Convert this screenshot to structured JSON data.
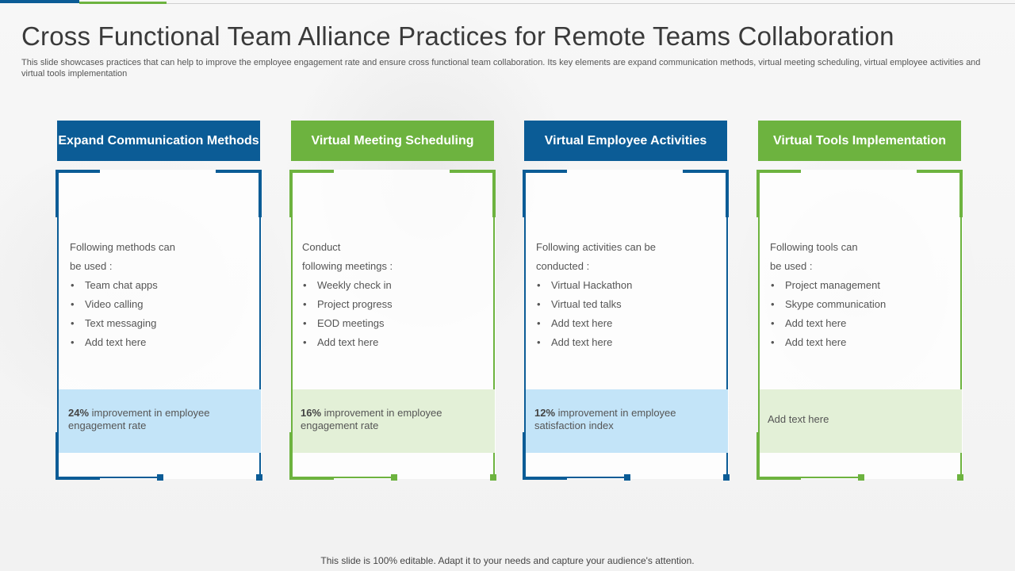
{
  "title": "Cross Functional Team Alliance Practices for Remote Teams Collaboration",
  "subtitle": "This slide showcases practices that can help to improve the employee engagement rate and ensure cross functional team collaboration. Its key elements are expand communication methods, virtual meeting scheduling, virtual employee activities and virtual tools implementation",
  "footer": "This slide is 100% editable. Adapt it to your needs and capture your audience's attention.",
  "colors": {
    "blue": "#0b5c96",
    "green": "#6db33f",
    "light_blue": "#c3e4f8",
    "light_green": "#e3f0d7"
  },
  "columns": [
    {
      "header": "Expand Communication Methods",
      "intro_line1": "Following methods can",
      "intro_line2": "be used :",
      "items": [
        "Team chat apps",
        "Video calling",
        "Text messaging",
        "Add text here"
      ],
      "stat_value": "24%",
      "stat_text": "improvement  in employee engagement  rate"
    },
    {
      "header": "Virtual Meeting Scheduling",
      "intro_line1": "Conduct",
      "intro_line2": "following meetings :",
      "items": [
        "Weekly check in",
        "Project progress",
        "EOD meetings",
        "Add text here"
      ],
      "stat_value": "16%",
      "stat_text": "improvement  in employee engagement  rate"
    },
    {
      "header": "Virtual Employee Activities",
      "intro_line1": "Following activities can be",
      "intro_line2": "conducted :",
      "items": [
        "Virtual Hackathon",
        "Virtual ted talks",
        "Add text here",
        "Add text here"
      ],
      "stat_value": "12%",
      "stat_text": "improvement  in employee satisfaction index"
    },
    {
      "header": "Virtual Tools Implementation",
      "intro_line1": "Following tools can",
      "intro_line2": "be used :",
      "items": [
        "Project management",
        "Skype communication",
        "Add text here",
        "Add text here"
      ],
      "stat_plain": "Add text here"
    }
  ]
}
